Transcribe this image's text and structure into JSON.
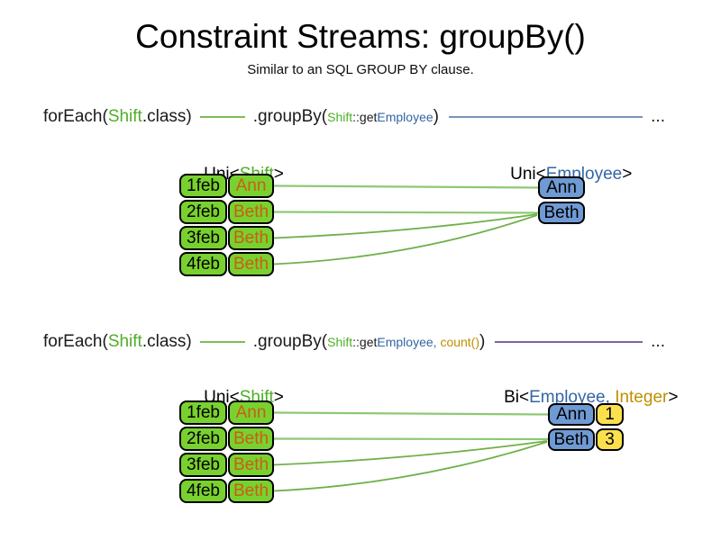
{
  "title": "Constraint Streams: groupBy()",
  "subtitle": "Similar to an SQL GROUP BY clause.",
  "colors": {
    "shift_green_text": "#4fae28",
    "employee_blue_text": "#3465a4",
    "integer_gold_text": "#bf9000",
    "name_orange_text": "#cb5d15",
    "shift_box_green": "#79d12f",
    "group_box_blue": "#6f9ad3",
    "count_box_yellow": "#fbe04e",
    "code_dash_green": "#7cbc55",
    "code_line_blue": "#7b93b8",
    "code_line_purple": "#8064a2",
    "wire_green_light": "#8dc974",
    "wire_green_dark": "#70b04a"
  },
  "section1": {
    "code": {
      "foreach": "forEach(",
      "shift": "Shift",
      "cls": ".class)",
      "groupby": ".groupBy(",
      "arg_class": "Shift",
      "arg_method": "::get",
      "arg_type": "Employee",
      "close": ")",
      "ellipsis": "..."
    },
    "left_label": {
      "prefix": "Uni<",
      "type": "Shift",
      "suffix": ">"
    },
    "right_label": {
      "prefix": "Uni<",
      "type": "Employee",
      "suffix": ">"
    },
    "rows": [
      {
        "date": "1feb",
        "name": "Ann"
      },
      {
        "date": "2feb",
        "name": "Beth"
      },
      {
        "date": "3feb",
        "name": "Beth"
      },
      {
        "date": "4feb",
        "name": "Beth"
      }
    ],
    "groups": [
      {
        "name": "Ann"
      },
      {
        "name": "Beth"
      }
    ]
  },
  "section2": {
    "code": {
      "foreach": "forEach(",
      "shift": "Shift",
      "cls": ".class)",
      "groupby": ".groupBy(",
      "arg_class": "Shift",
      "arg_method": "::get",
      "arg_type": "Employee",
      "comma": ", ",
      "arg_count": "count()",
      "close": ")",
      "ellipsis": "..."
    },
    "left_label": {
      "prefix": "Uni<",
      "type": "Shift",
      "suffix": ">"
    },
    "right_label": {
      "prefix": "Bi<",
      "type1": "Employee",
      "comma": ", ",
      "type2": "Integer",
      "suffix": ">"
    },
    "rows": [
      {
        "date": "1feb",
        "name": "Ann"
      },
      {
        "date": "2feb",
        "name": "Beth"
      },
      {
        "date": "3feb",
        "name": "Beth"
      },
      {
        "date": "4feb",
        "name": "Beth"
      }
    ],
    "groups": [
      {
        "name": "Ann",
        "count": "1"
      },
      {
        "name": "Beth",
        "count": "3"
      }
    ]
  }
}
